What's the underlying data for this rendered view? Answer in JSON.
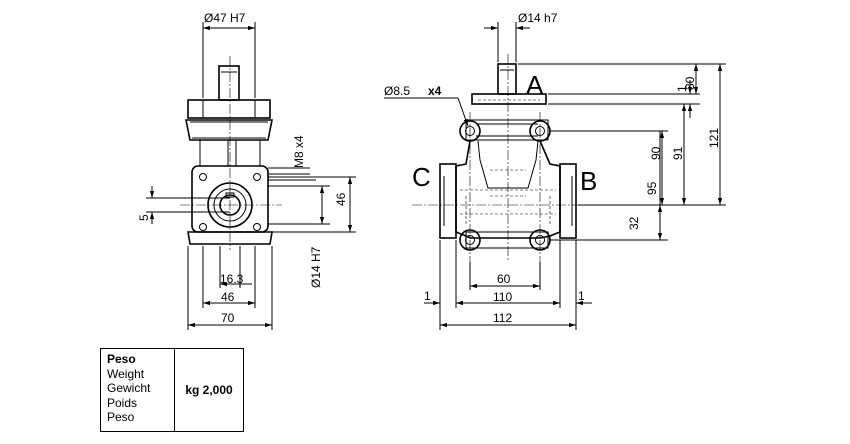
{
  "side_view": {
    "dim_top": "Ø47 H7",
    "dim_thread": "M8 x4",
    "dim_bore": "Ø14 H7",
    "dim_5": "5",
    "dim_46v": "46",
    "dim_16_3": "16.3",
    "dim_46h": "46",
    "dim_70": "70"
  },
  "front_view": {
    "dim_shaft": "Ø14 h7",
    "dim_holes": "Ø8.5",
    "dim_holes_count": "x4",
    "label_a": "A",
    "label_b": "B",
    "label_c": "C",
    "dim_1_top": "1",
    "dim_30": "30",
    "dim_90": "90",
    "dim_91": "91",
    "dim_121": "121",
    "dim_95": "95",
    "dim_32": "32",
    "dim_60": "60",
    "dim_110": "110",
    "dim_112": "112",
    "dim_1_left": "1",
    "dim_1_right": "1"
  },
  "weight_table": {
    "labels": [
      "Peso",
      "Weight",
      "Gewicht",
      "Poids",
      "Peso"
    ],
    "value": "kg 2,000"
  }
}
